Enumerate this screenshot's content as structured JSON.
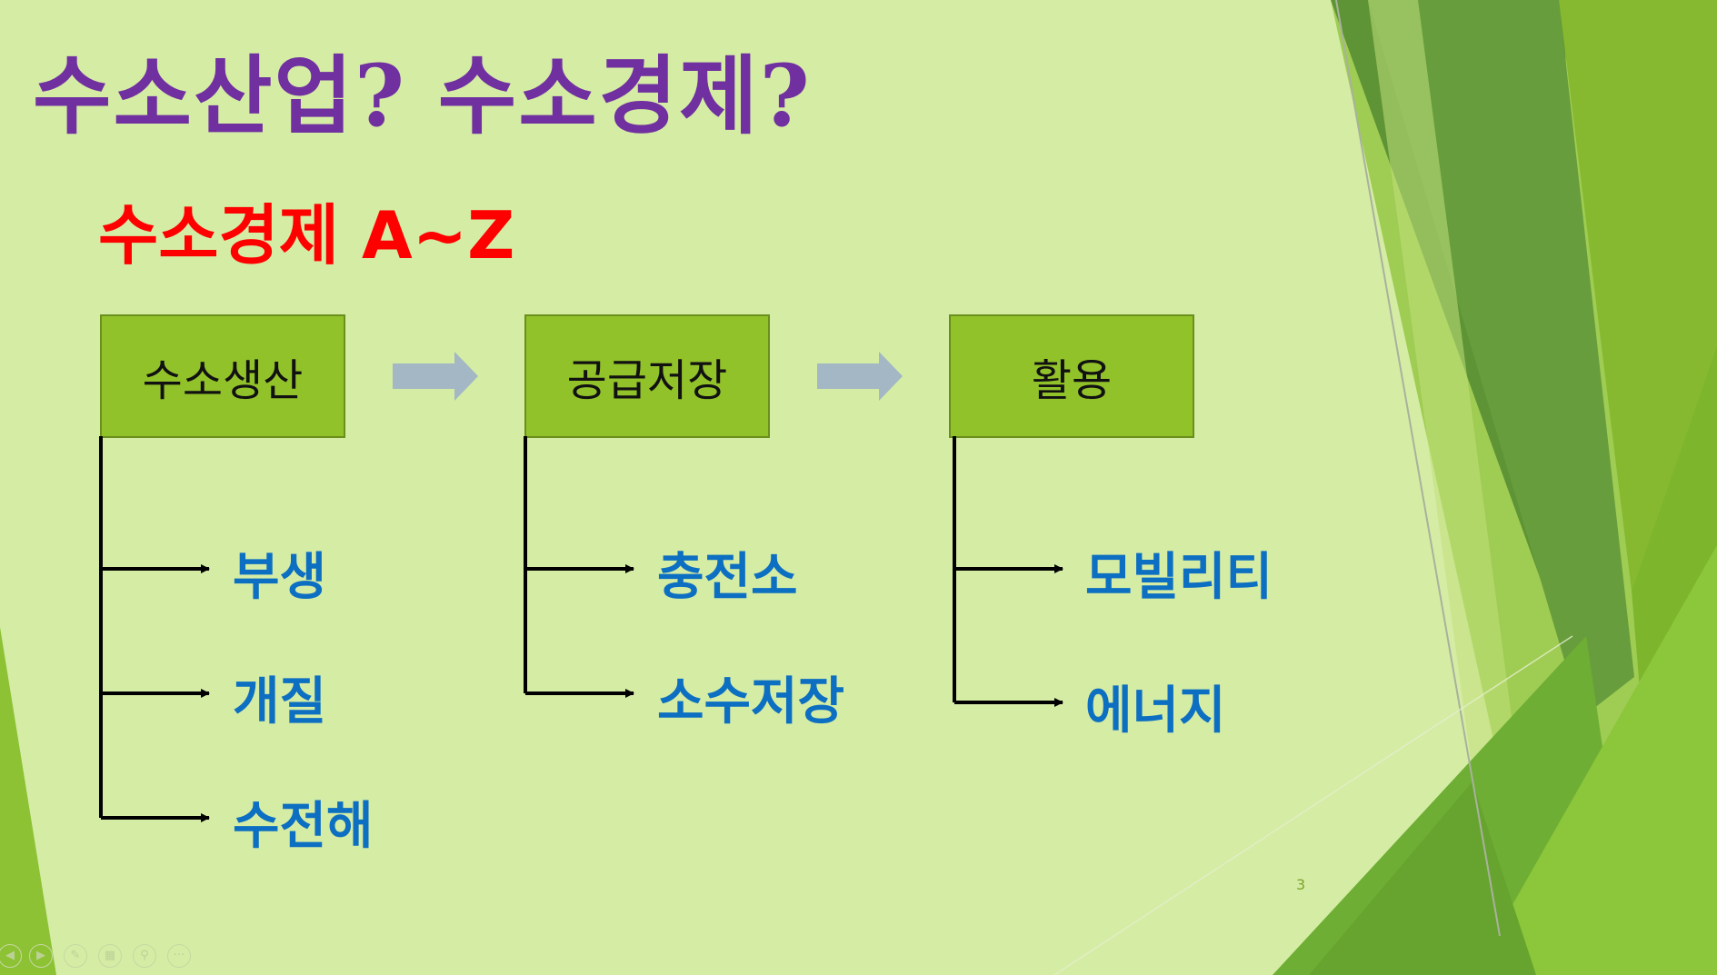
{
  "slide": {
    "title": "수소산업? 수소경제?",
    "subtitle": "수소경제 A~Z",
    "page_number": "3",
    "stages": [
      {
        "label": "수소생산",
        "items": [
          "부생",
          "개질",
          "수전해"
        ]
      },
      {
        "label": "공급저장",
        "items": [
          "충전소",
          "소수저장"
        ]
      },
      {
        "label": "활용",
        "items": [
          "모빌리티",
          "에너지"
        ]
      }
    ]
  },
  "controls": [
    {
      "name": "previous-slide-button",
      "glyph": "◀"
    },
    {
      "name": "next-slide-button",
      "glyph": "▶"
    },
    {
      "name": "pen-tool-button",
      "glyph": "✎"
    },
    {
      "name": "slides-overview-button",
      "glyph": "▦"
    },
    {
      "name": "zoom-button",
      "glyph": "⚲"
    },
    {
      "name": "more-options-button",
      "glyph": "···"
    }
  ],
  "colors": {
    "background": "#d5eca5",
    "title": "#7030a0",
    "subtitle": "#ff0000",
    "stage_box": "#92c22a",
    "item_text": "#0d6fc1",
    "flow_arrow": "#a3b7c4"
  }
}
